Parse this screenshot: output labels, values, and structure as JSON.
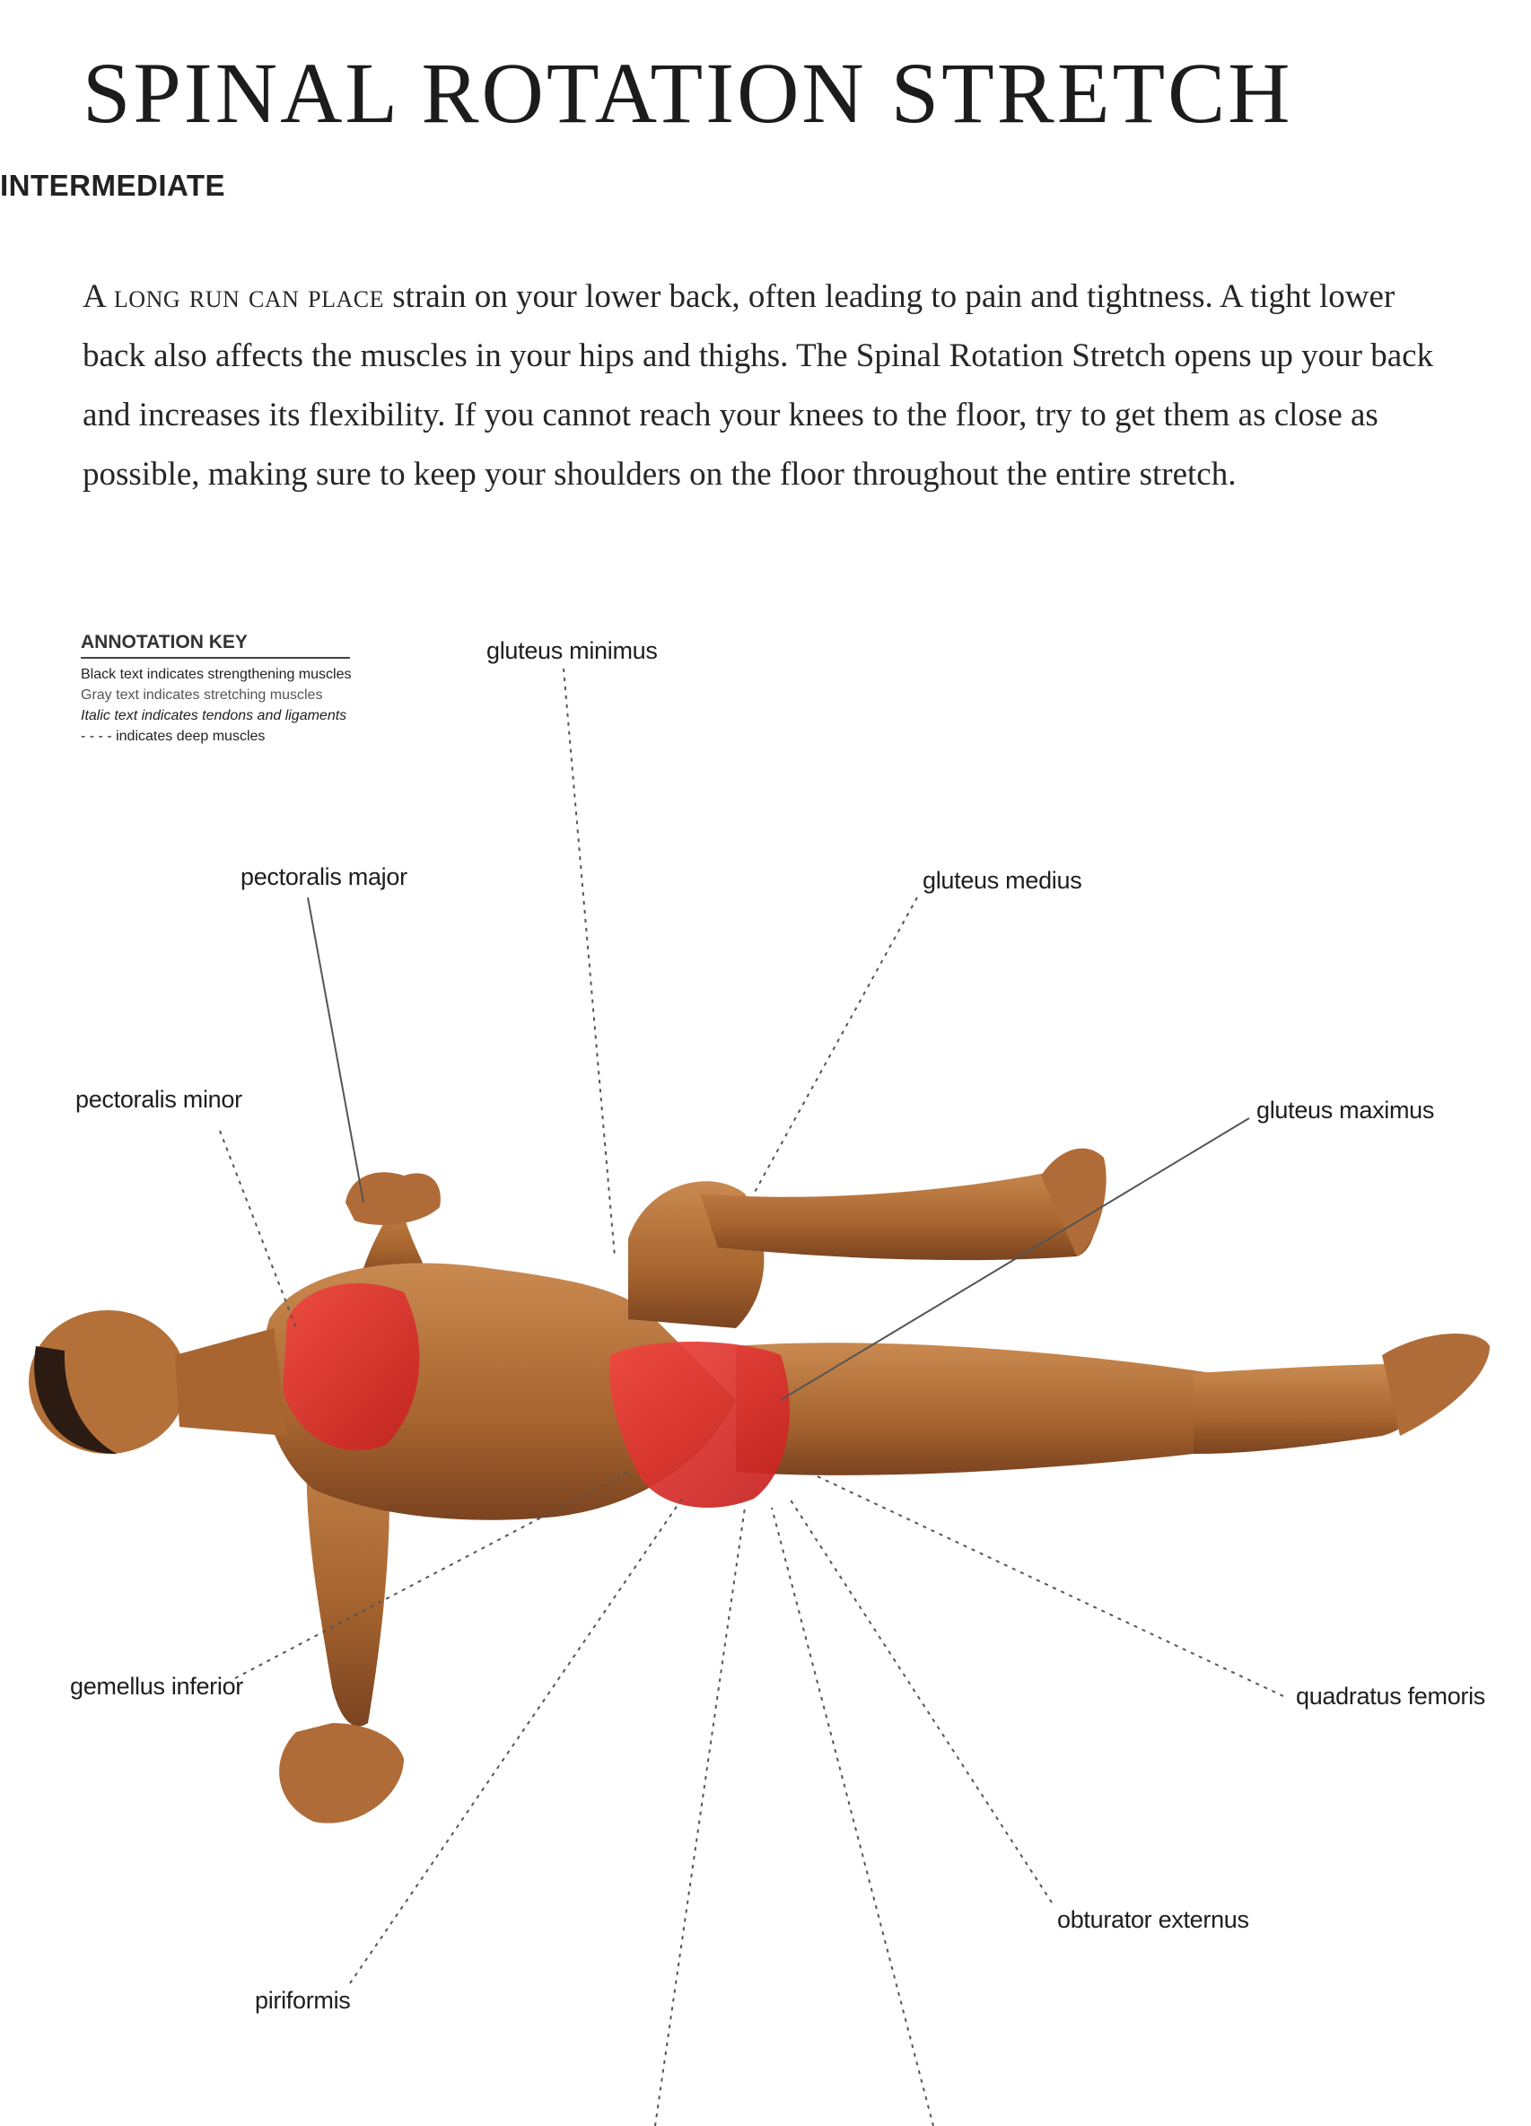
{
  "page": {
    "title": "SPINAL ROTATION STRETCH",
    "level": "INTERMEDIATE",
    "intro_lead": "A long run can place",
    "intro_rest": " strain on your lower back, often leading to pain and tightness. A tight lower back also affects the muscles in your hips and thighs. The Spinal Rotation Stretch opens up your back and increases its flexibility. If you cannot reach your knees to the floor, try to get them as close as possible, making sure to keep your shoulders on the floor throughout the entire stretch."
  },
  "annotation_key": {
    "title": "ANNOTATION KEY",
    "lines": [
      "Black text indicates strengthening muscles",
      "Gray text indicates stretching muscles",
      "Italic text indicates tendons and ligaments",
      "- - - - indicates deep muscles"
    ]
  },
  "labels": {
    "gluteus_minimus": "gluteus minimus",
    "pectoralis_major": "pectoralis major",
    "gluteus_medius": "gluteus medius",
    "pectoralis_minor": "pectoralis minor",
    "gluteus_maximus": "gluteus maximus",
    "gemellus_inferior": "gemellus inferior",
    "quadratus_femoris": "quadratus femoris",
    "obturator_externus": "obturator externus",
    "piriformis": "piriformis"
  },
  "colors": {
    "skin": "#b9773f",
    "skin_dark": "#7d4520",
    "muscle_highlight": "#e0312e",
    "leader_line": "#555555"
  }
}
